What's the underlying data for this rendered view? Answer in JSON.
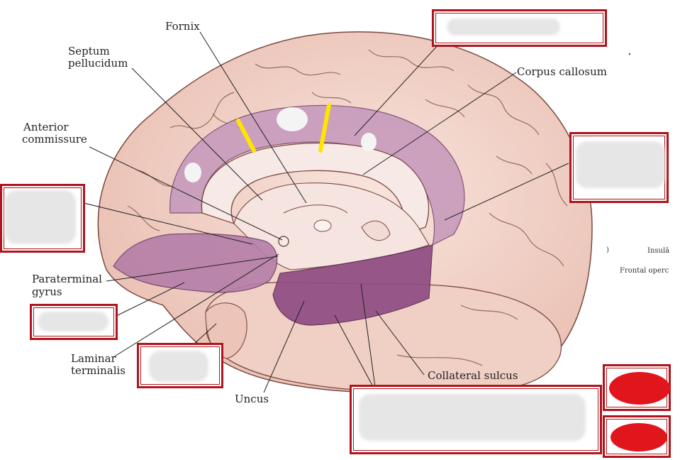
{
  "labels": {
    "fornix": "Fornix",
    "septum_line1": "Septum",
    "septum_line2": "pellucidum",
    "anterior_line1": "Anterior",
    "anterior_line2": "commissure",
    "corpus_callosum": "Corpus callosum",
    "paraterminal_line1": "Paraterminal",
    "paraterminal_line2": "gyrus",
    "laminar_line1": "Laminar",
    "laminar_line2": "terminalis",
    "uncus": "Uncus",
    "collateral_sulcus": "Collateral sulcus",
    "insula_partial": "Insulā",
    "frontal_partial": "Frontal operc",
    "paren": ")"
  },
  "colors": {
    "answer_box_border": "#b0141c",
    "cortex_fill": "#f2d2c8",
    "limbic_purple": "#b57ea8",
    "limbic_dark": "#8f4d83",
    "callosum_fill": "#f7eae6",
    "highlight_marks": "#ffe400",
    "red_marker": "#e0161c"
  }
}
